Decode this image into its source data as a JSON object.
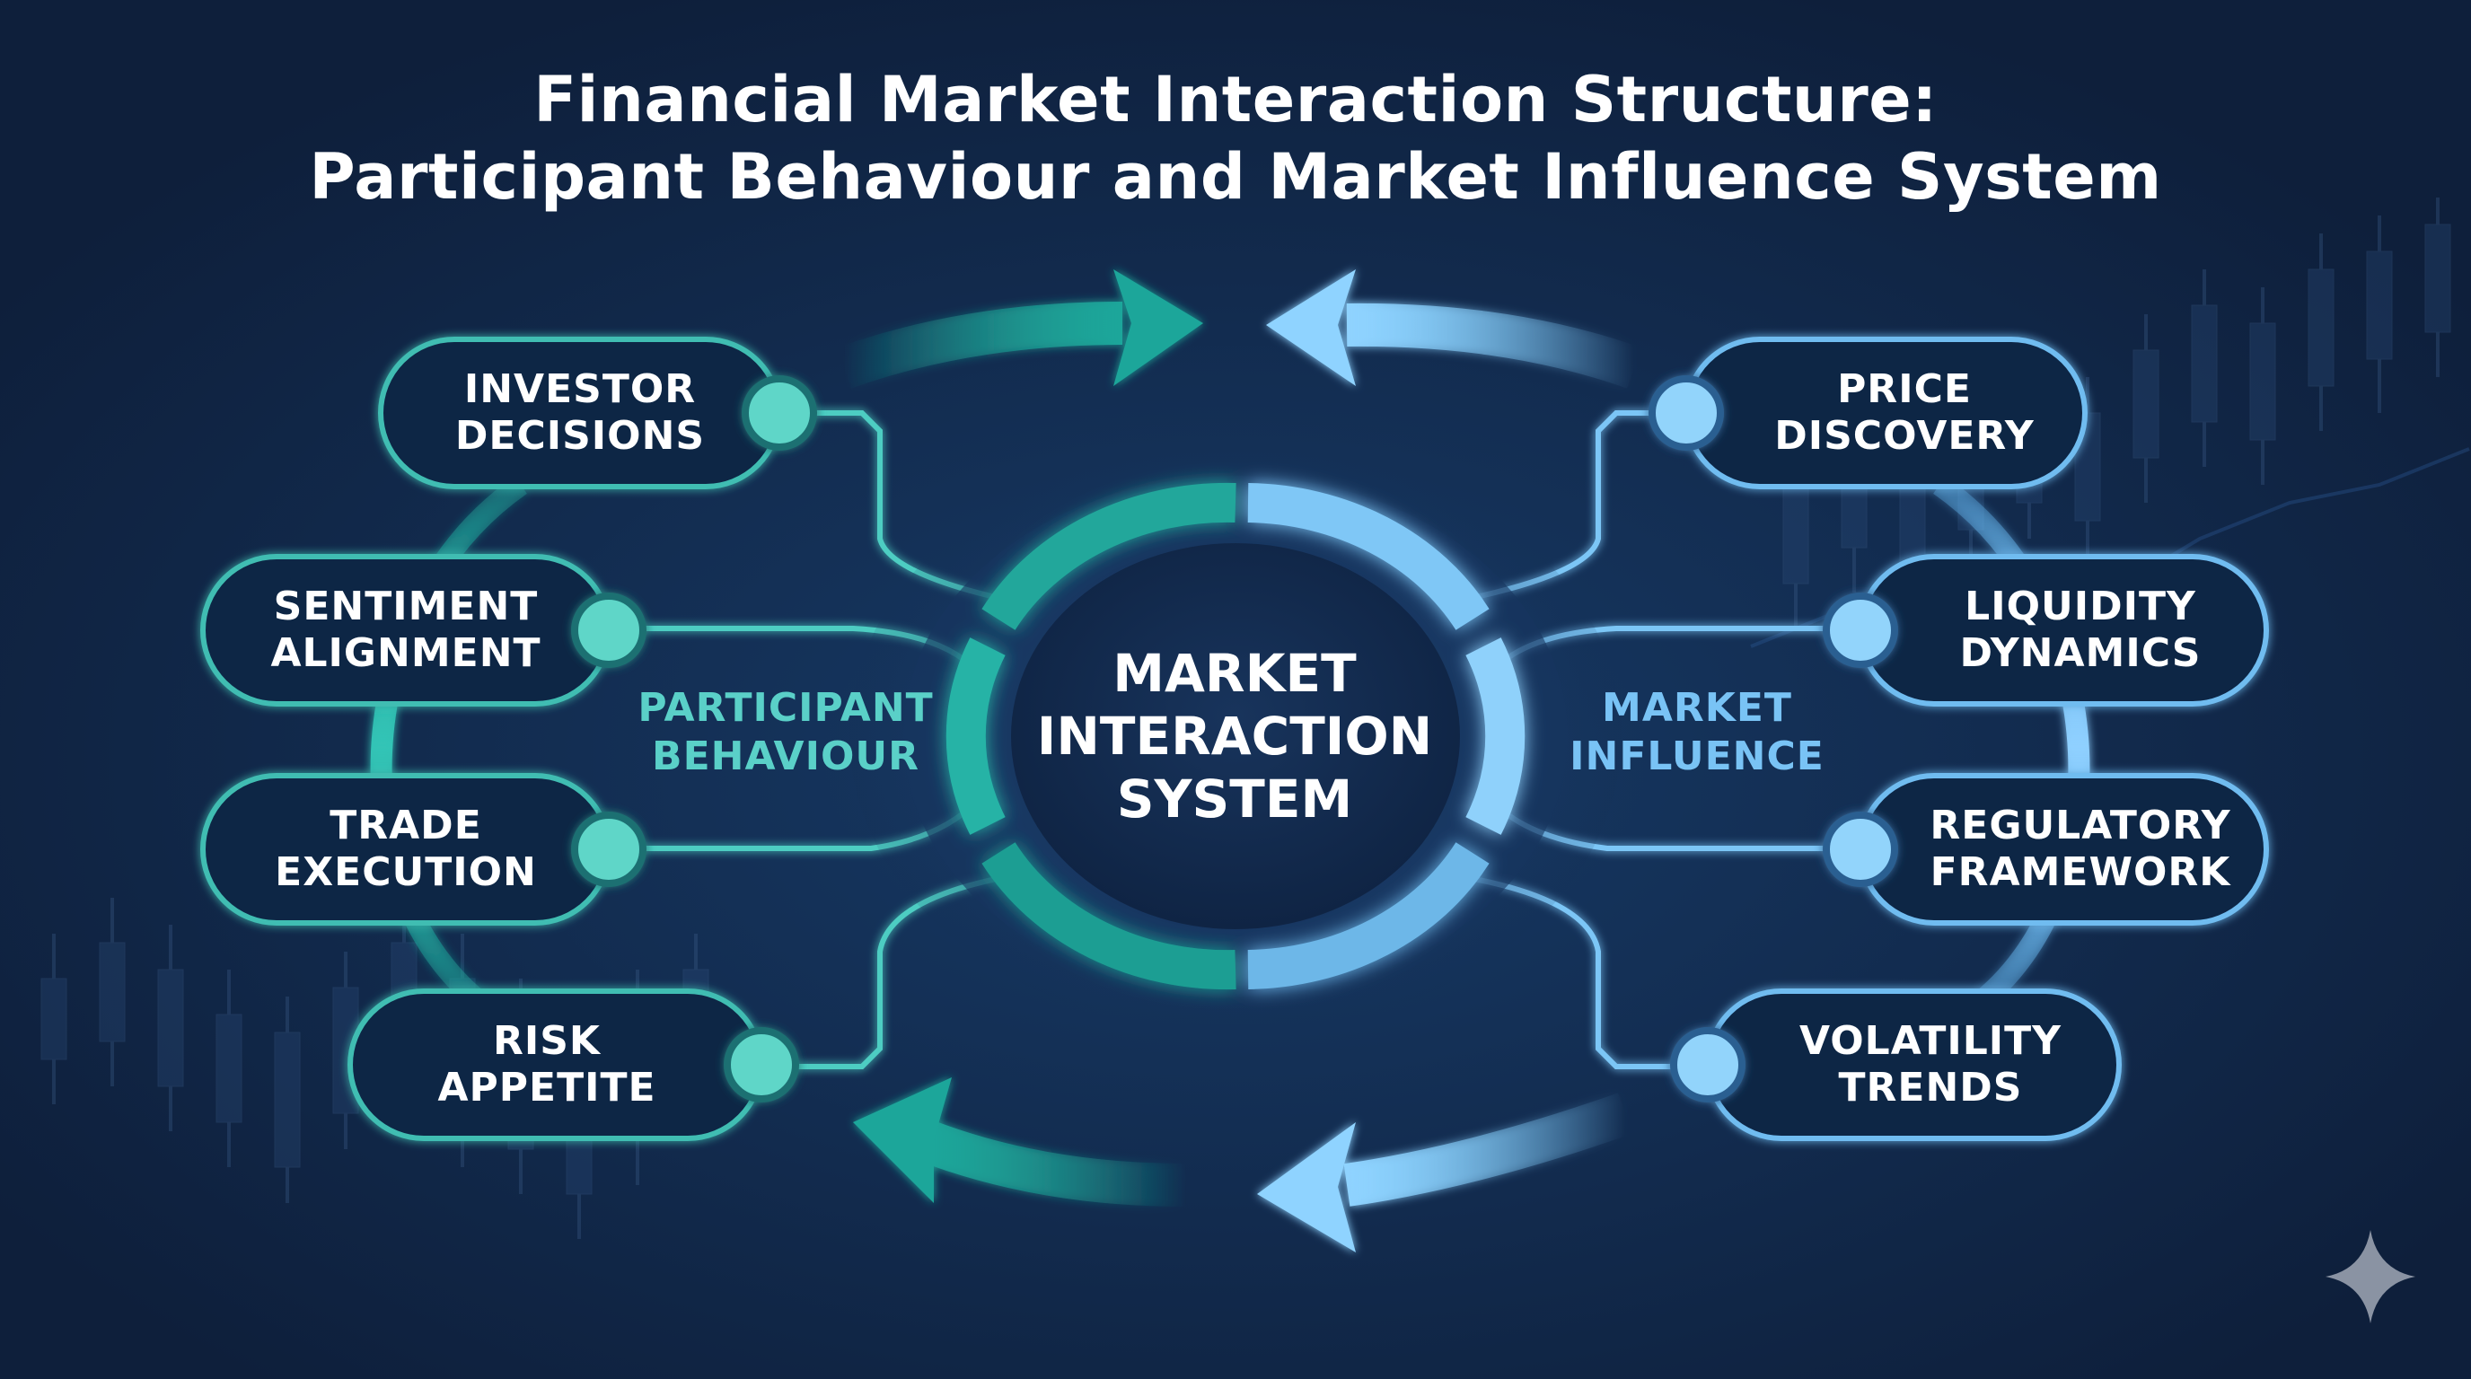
{
  "title": {
    "line1": "Financial Market Interaction Structure:",
    "line2": "Participant Behaviour and Market Influence System"
  },
  "center": {
    "line1": "MARKET",
    "line2": "INTERACTION",
    "line3": "SYSTEM"
  },
  "participant_label": {
    "line1": "PARTICIPANT",
    "line2": "BEHAVIOUR"
  },
  "influence_label": {
    "line1": "MARKET",
    "line2": "INFLUENCE"
  },
  "left_nodes": [
    {
      "line1": "INVESTOR",
      "line2": "DECISIONS"
    },
    {
      "line1": "SENTIMENT",
      "line2": "ALIGNMENT"
    },
    {
      "line1": "TRADE",
      "line2": "EXECUTION"
    },
    {
      "line1": "RISK",
      "line2": "APPETITE"
    }
  ],
  "right_nodes": [
    {
      "line1": "PRICE",
      "line2": "DISCOVERY"
    },
    {
      "line1": "LIQUIDITY",
      "line2": "DYNAMICS"
    },
    {
      "line1": "REGULATORY",
      "line2": "FRAMEWORK"
    },
    {
      "line1": "VOLATILITY",
      "line2": "TRENDS"
    }
  ],
  "colors": {
    "background": "#10223f",
    "teal_accent": "#2fb7ab",
    "blue_accent": "#79c3f5",
    "node_fill": "#0f2545"
  }
}
